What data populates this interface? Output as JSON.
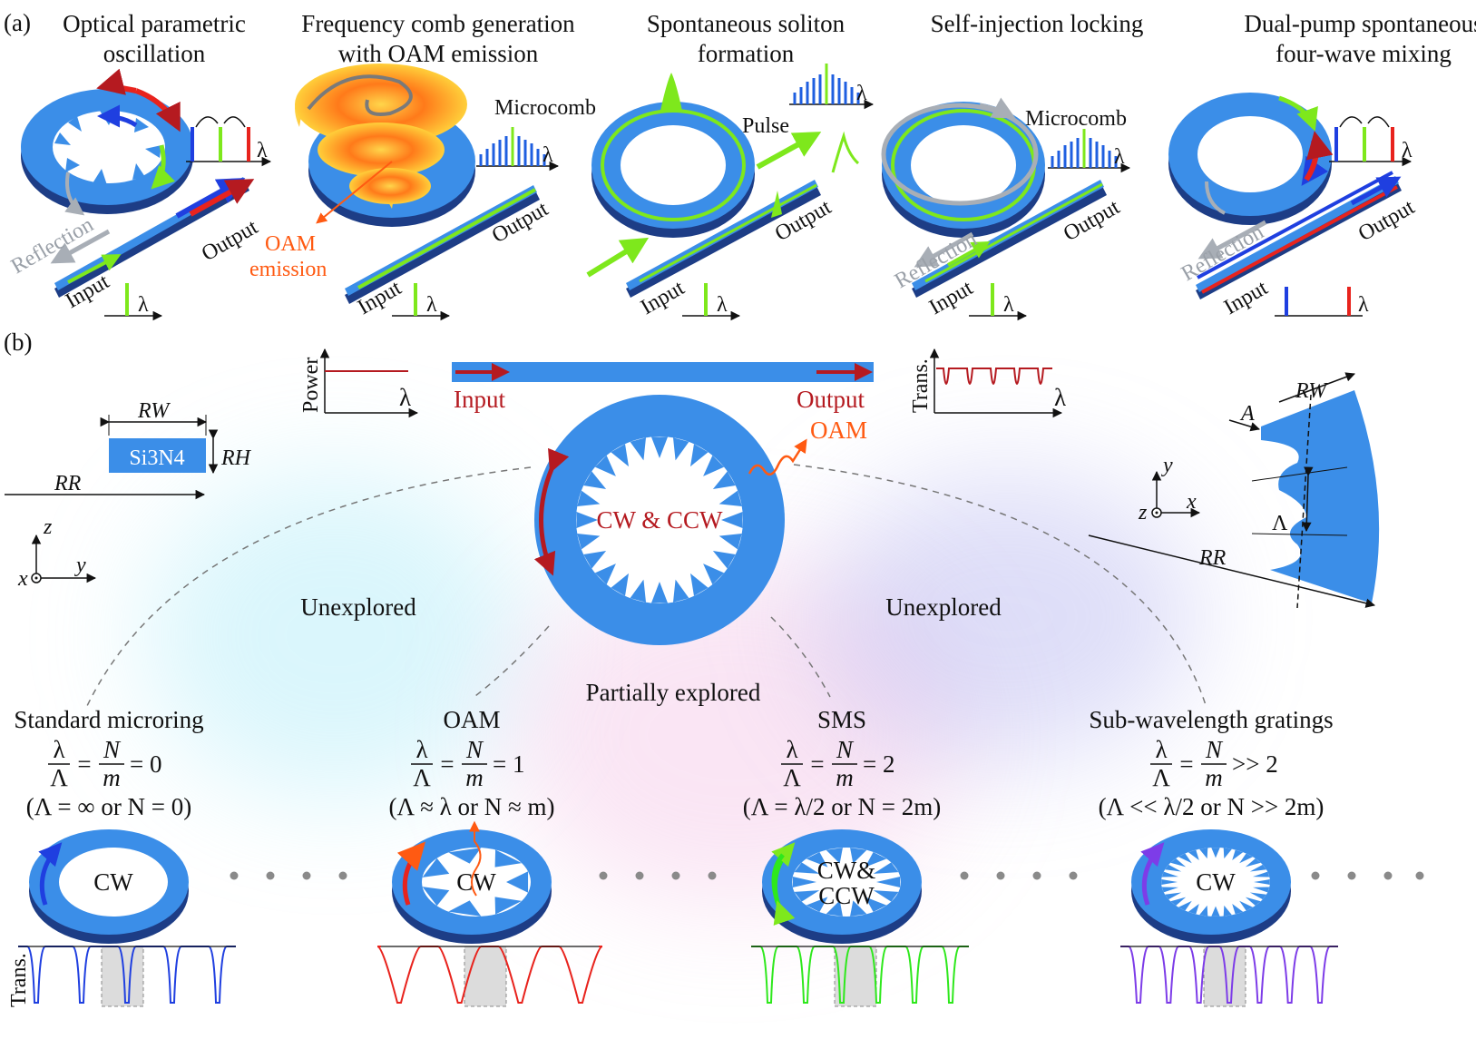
{
  "panel_a": {
    "tag": "(a)",
    "items": [
      {
        "title1": "Optical parametric",
        "title2": "oscillation",
        "input": "Input",
        "output": "Output",
        "reflection": "Reflection",
        "lambda": "λ"
      },
      {
        "title1": "Frequency comb generation",
        "title2": "with OAM emission",
        "input": "Input",
        "output": "Output",
        "microcomb": "Microcomb",
        "oam1": "OAM",
        "oam2": "emission",
        "lambda": "λ"
      },
      {
        "title1": "Spontaneous soliton",
        "title2": "formation",
        "input": "Input",
        "output": "Output",
        "pulse": "Pulse",
        "lambda": "λ"
      },
      {
        "title1": "Self-injection locking",
        "title2": "",
        "input": "Input",
        "output": "Output",
        "microcomb": "Microcomb",
        "reflection": "Reflection",
        "lambda": "λ"
      },
      {
        "title1": "Dual-pump spontaneous",
        "title2": "four-wave mixing",
        "input": "Input",
        "output": "Output",
        "reflection": "Reflection",
        "lambda": "λ"
      }
    ]
  },
  "panel_b": {
    "tag": "(b)",
    "power_axis": "Power",
    "lambda": "λ",
    "input": "Input",
    "output": "Output",
    "trans_axis": "Trans.",
    "oam": "OAM",
    "cw_ccw": "CW & CCW",
    "cross_section": {
      "rw": "RW",
      "rh": "RH",
      "rr": "RR",
      "material": "Si3N4",
      "z": "z",
      "x": "x",
      "y": "y"
    },
    "zoom": {
      "a": "A",
      "rw": "RW",
      "lambda_cap": "Λ",
      "rr": "RR",
      "y": "y",
      "z": "z",
      "x": "x"
    },
    "regions": {
      "left": "Unexplored",
      "center": "Partially explored",
      "right": "Unexplored"
    },
    "region_colors": {
      "left": "#22d3e6",
      "center": "#e0309c",
      "right": "#2323b8"
    },
    "cases": [
      {
        "name": "Standard microring",
        "eq_rhs": "= 0",
        "cond": "(Λ = ∞ or N = 0)",
        "ring_label": "CW",
        "color": "#1f3fe0"
      },
      {
        "name": "OAM",
        "eq_rhs": "= 1",
        "cond": "(Λ ≈ λ or N ≈ m)",
        "ring_label": "CW",
        "color": "#e8231d"
      },
      {
        "name": "SMS",
        "eq_rhs": "= 2",
        "cond": "(Λ = λ/2 or N = 2m)",
        "ring_label1": "CW&",
        "ring_label2": "CCW",
        "color": "#2ee81c"
      },
      {
        "name": "Sub-wavelength gratings",
        "eq_rhs": ">> 2",
        "cond": "(Λ << λ/2 or N >> 2m)",
        "ring_label": "CW",
        "color": "#7d3ce8"
      }
    ],
    "eq_lambda": "λ",
    "eq_Lambda": "Λ",
    "eq_N": "N",
    "eq_m": "m",
    "eq_equals": "=",
    "bottom_trans": "Trans."
  }
}
